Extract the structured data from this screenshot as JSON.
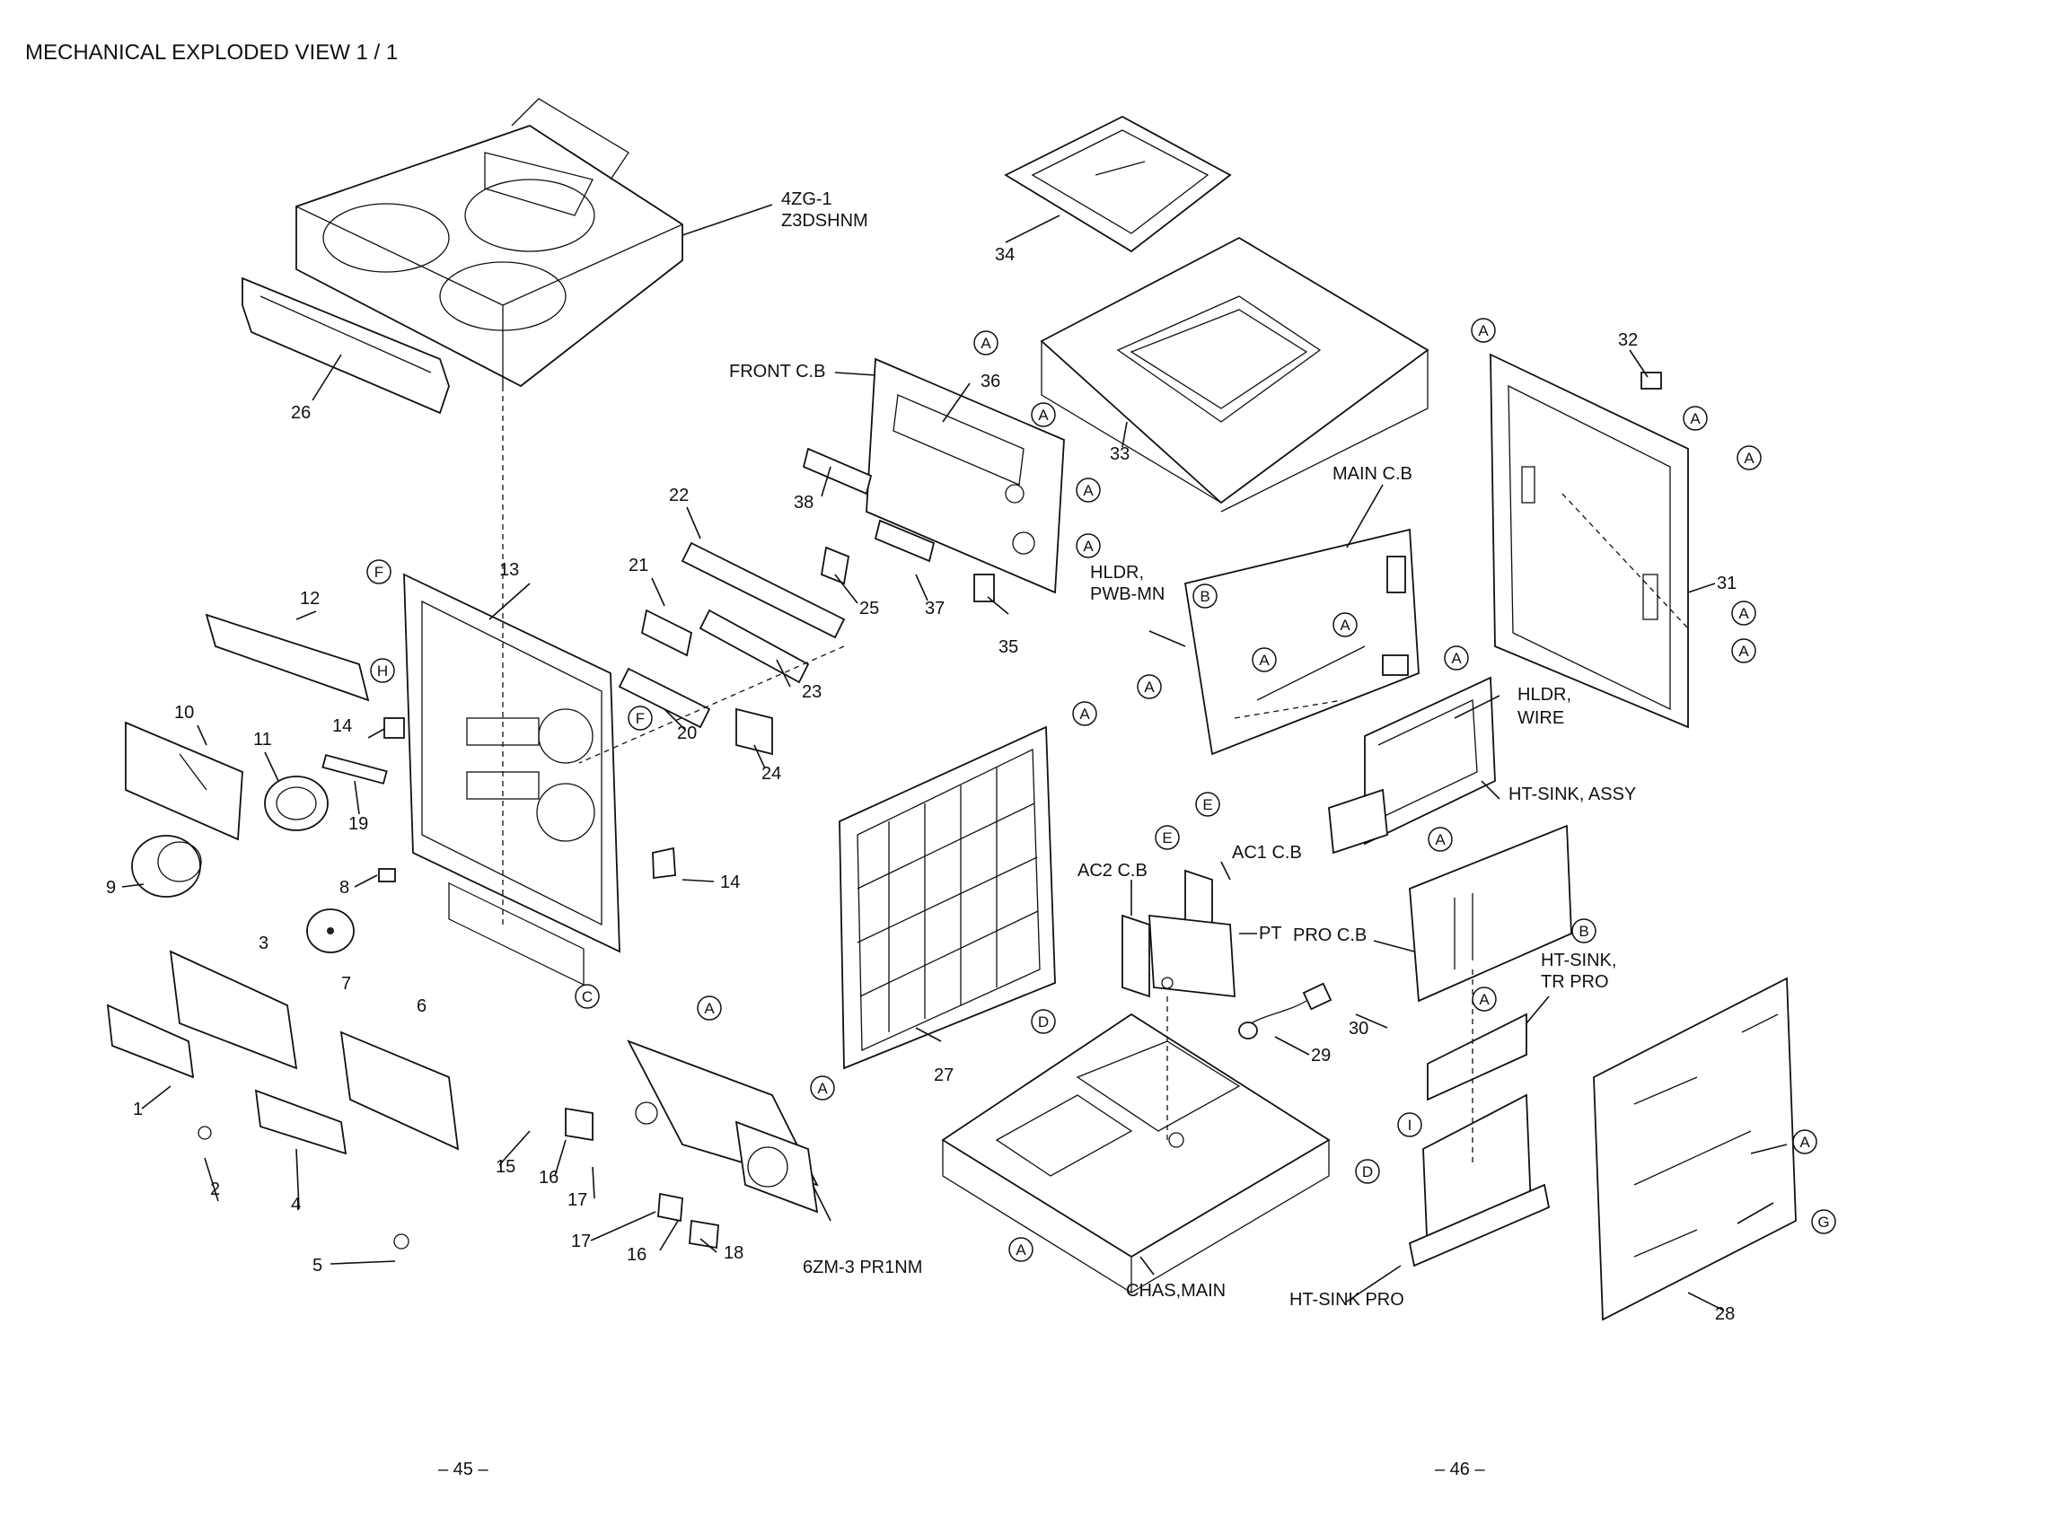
{
  "page": {
    "title": "MECHANICAL  EXPLODED  VIEW  1 / 1",
    "page_left": "– 45 –",
    "page_right": "– 46 –"
  },
  "parts": {
    "p1": "1",
    "p2": "2",
    "p3": "3",
    "p4": "4",
    "p5": "5",
    "p6": "6",
    "p7": "7",
    "p8": "8",
    "p9": "9",
    "p10": "10",
    "p11": "11",
    "p12": "12",
    "p13": "13",
    "p14a": "14",
    "p14b": "14",
    "p15": "15",
    "p16a": "16",
    "p16b": "16",
    "p17a": "17",
    "p17b": "17",
    "p18": "18",
    "p19": "19",
    "p20": "20",
    "p21": "21",
    "p22": "22",
    "p23": "23",
    "p24": "24",
    "p25": "25",
    "p26": "26",
    "p27": "27",
    "p28": "28",
    "p29": "29",
    "p30": "30",
    "p31": "31",
    "p32": "32",
    "p33": "33",
    "p34": "34",
    "p35": "35",
    "p36": "36",
    "p37": "37",
    "p38": "38"
  },
  "labels": {
    "cd_mech_1": "4ZG-1",
    "cd_mech_2": "Z3DSHNM",
    "front_cb": "FRONT C.B",
    "main_cb": "MAIN C.B",
    "hldr_pwb_1": "HLDR,",
    "hldr_pwb_2": "PWB-MN",
    "hldr_wire_1": "HLDR,",
    "hldr_wire_2": "WIRE",
    "ht_sink_assy": "HT-SINK, ASSY",
    "ac1_cb": "AC1 C.B",
    "ac2_cb": "AC2 C.B",
    "pt": "PT",
    "pro_cb": "PRO C.B",
    "ht_sink_tr_1": "HT-SINK,",
    "ht_sink_tr_2": "TR PRO",
    "ht_sink_pro": "HT-SINK PRO",
    "chas_main": "CHAS,MAIN",
    "tape_mech": "6ZM-3 PR1NM"
  },
  "connectors": {
    "A": "A",
    "B": "B",
    "C": "C",
    "D": "D",
    "E": "E",
    "F": "F",
    "G": "G",
    "H": "H",
    "I": "I"
  }
}
